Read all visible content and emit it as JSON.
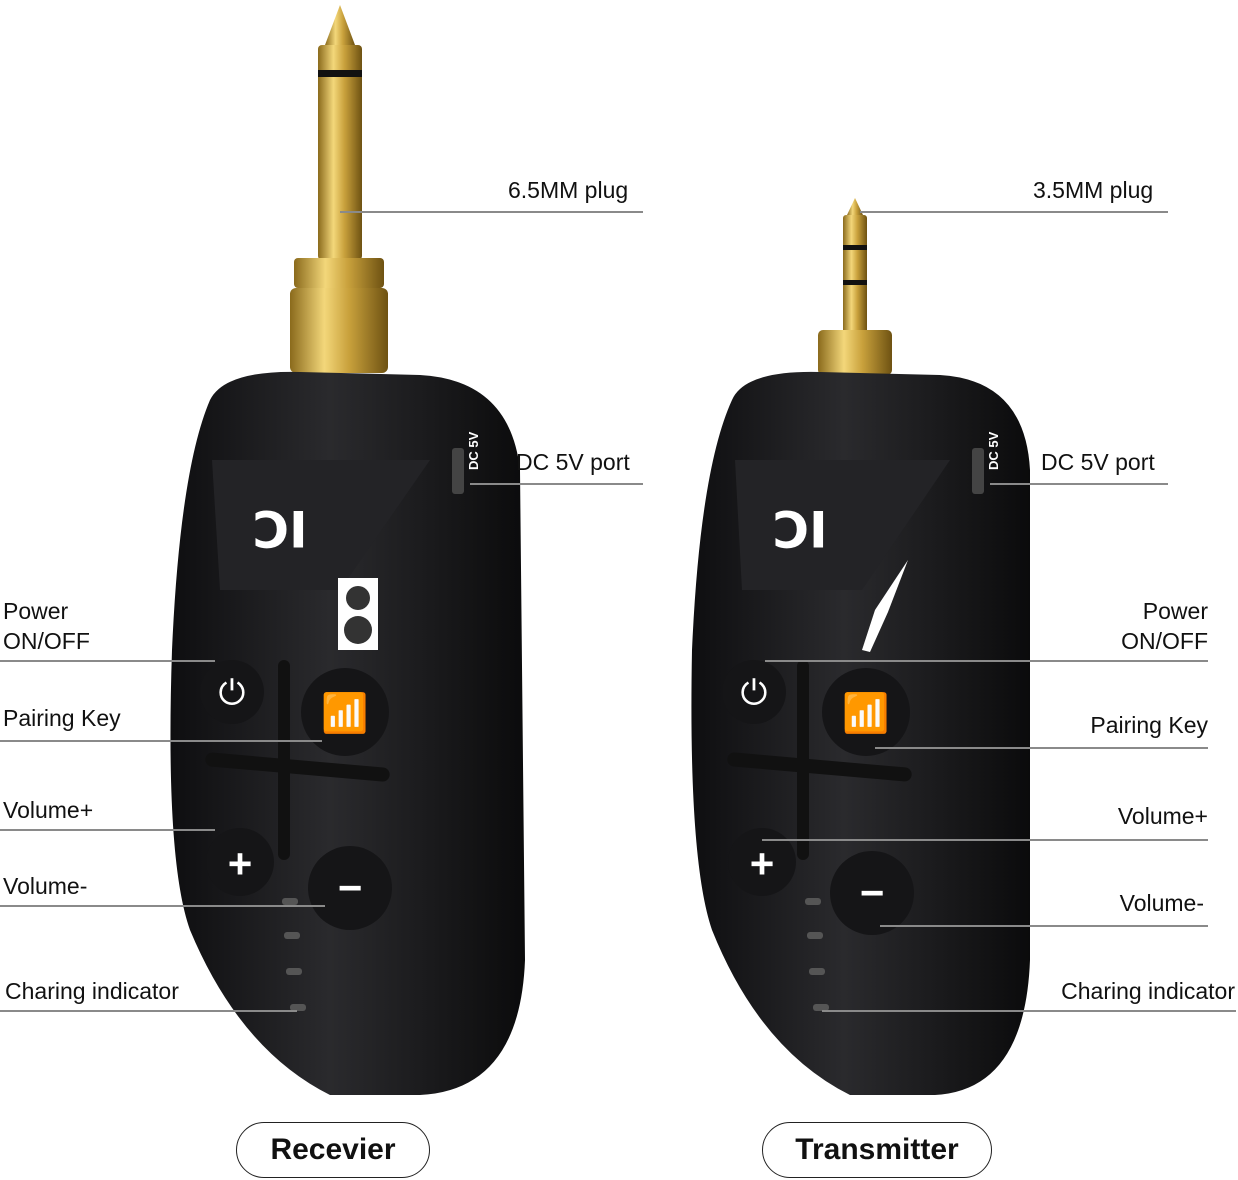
{
  "receiver": {
    "title": "Recevier",
    "labels": {
      "plug": "6.5MM plug",
      "dc_port": "DC 5V port",
      "power_line1": "Power",
      "power_line2": "ON/OFF",
      "pairing": "Pairing Key",
      "volume_up": "Volume+",
      "volume_down": "Volume-",
      "charging": "Charing indicator"
    },
    "port_marking": "DC 5V",
    "icon": "speaker-icon"
  },
  "transmitter": {
    "title": "Transmitter",
    "labels": {
      "plug": "3.5MM plug",
      "dc_port": "DC 5V port",
      "power_line1": "Power",
      "power_line2": "ON/OFF",
      "pairing": "Pairing Key",
      "volume_up": "Volume+",
      "volume_down": "Volume-",
      "charging": "Charing indicator"
    },
    "port_marking": "DC 5V",
    "icon": "guitar-icon"
  },
  "colors": {
    "body": "#1c1c1e",
    "gold": "#c9a13c",
    "line": "#8a8a8a"
  }
}
